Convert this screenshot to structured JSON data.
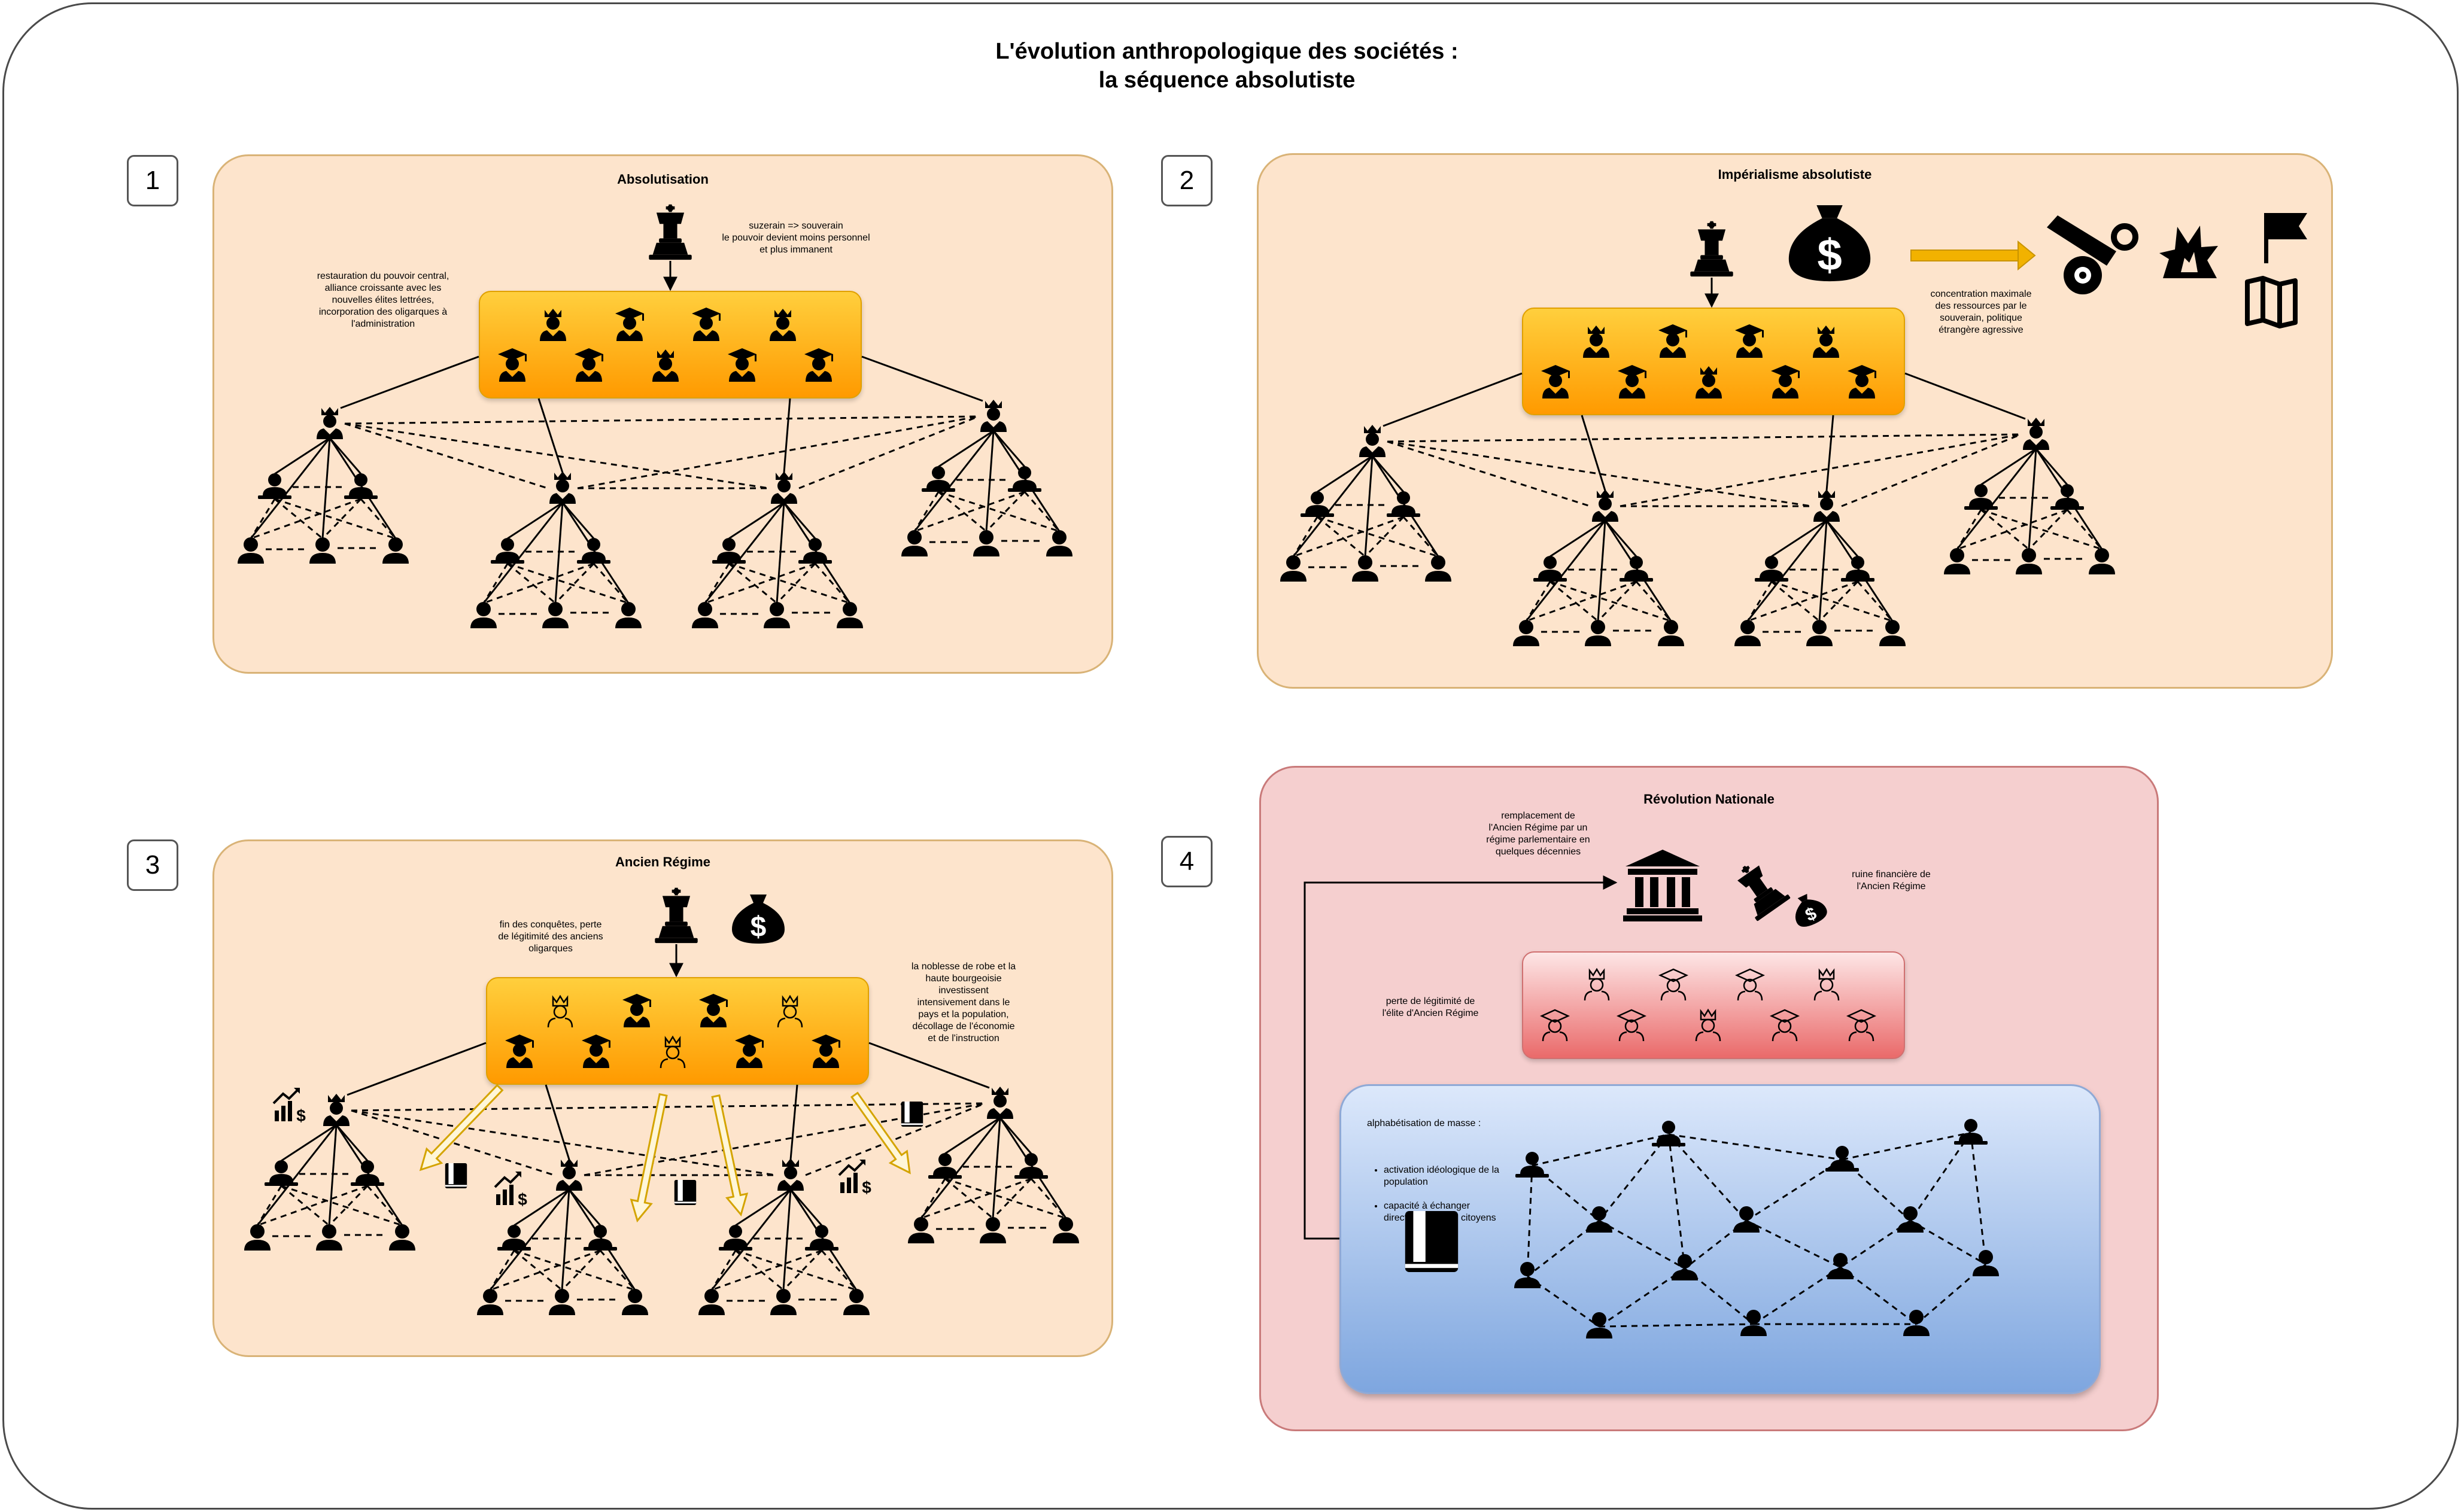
{
  "title_line1": "L'évolution anthropologique des sociétés :",
  "title_line2": "la séquence absolutiste",
  "panels": {
    "p1": {
      "number": "1",
      "title": "Absolutisation",
      "note_top": "suzerain => souverain\nle pouvoir devient moins personnel\net plus immanent",
      "note_left": "restauration du pouvoir central,\nalliance croissante avec les\nnouvelles élites lettrées,\nincorporation des oligarques à\nl'administration"
    },
    "p2": {
      "number": "2",
      "title": "Impérialisme absolutiste",
      "note_right": "concentration maximale\ndes ressources par le\nsouverain, politique\nétrangère agressive"
    },
    "p3": {
      "number": "3",
      "title": "Ancien Régime",
      "note_left": "fin des conquêtes, perte\nde légitimité des anciens\noligarques",
      "note_right": "la noblesse de robe et la\nhaute bourgeoisie\ninvestissent\nintensivement dans le\npays et la population,\ndécollage de l'économie\net de l'instruction"
    },
    "p4": {
      "number": "4",
      "title": "Révolution Nationale",
      "note_top": "remplacement de\nl'Ancien Régime par un\nrégime parlementaire en\nquelques décennies",
      "note_right": "ruine financière de\nl'Ancien Régime",
      "note_left": "perte de légitimité de\nl'élite d'Ancien Régime",
      "mass_title": "alphabétisation de masse :",
      "mass_items": [
        "activation idéologique de la population",
        "capacité à échanger directement entre citoyens"
      ]
    }
  },
  "icons": {
    "king": "chess-king-icon",
    "noble": "crowned-person-icon",
    "scholar": "graduate-person-icon",
    "commoner": "person-icon",
    "money": "money-bag-icon",
    "cannon": "cannon-icon",
    "explosion": "explosion-icon",
    "flag": "flag-icon",
    "map": "map-icon",
    "parliament": "parliament-building-icon",
    "fallen_king": "fallen-chess-king-icon",
    "book": "book-icon",
    "growth": "chart-growth-icon"
  },
  "colors": {
    "panel_orange": "#fde4cc",
    "panel_red": "#f5cfcf",
    "elite_gold": "#ffb300",
    "elite_red": "#ea6a6a",
    "mass_blue": "#7ea6df",
    "arrow_gold": "#f2b200"
  }
}
